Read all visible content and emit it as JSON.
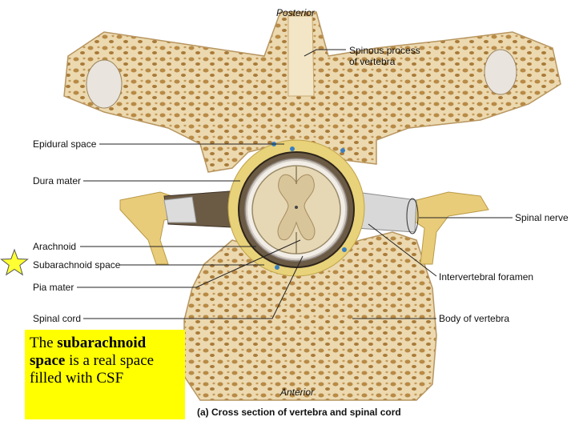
{
  "orientation": {
    "top": "Posterior",
    "bottom": "Anterior"
  },
  "labels": {
    "spinous_process": "Spinous process\nof vertebra",
    "epidural_space": "Epidural space",
    "dura_mater": "Dura mater",
    "arachnoid": "Arachnoid",
    "subarachnoid_space": "Subarachnoid space",
    "pia_mater": "Pia mater",
    "spinal_cord": "Spinal cord",
    "spinal_nerve": "Spinal nerve",
    "intervertebral_foramen": "Intervertebral foramen",
    "body_of_vertebra": "Body of vertebra"
  },
  "callout": {
    "prefix": "The ",
    "bold": "subarachnoid space",
    "suffix": " is a real space filled with CSF"
  },
  "caption": "(a) Cross section of vertebra and spinal cord",
  "colors": {
    "bone": "#ecd9b0",
    "bone_dark": "#c9a86e",
    "dura": "#6b5a44",
    "fat": "#e8d27a",
    "cord": "#e6d7b5",
    "nerve": "#d8d8d8",
    "highlight": "#ffff00",
    "star": "#ffff33"
  },
  "star_icon": "star-icon"
}
